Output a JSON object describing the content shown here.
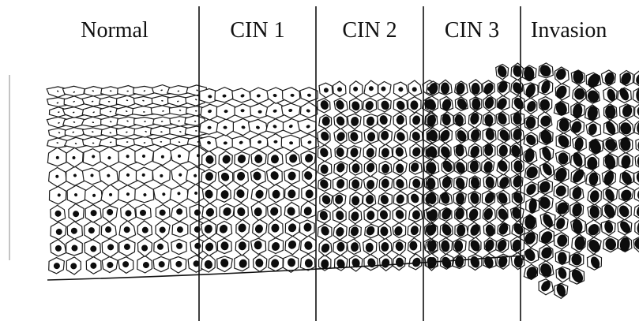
{
  "stages": [
    {
      "id": "normal",
      "label": "Normal"
    },
    {
      "id": "cin1",
      "label": "CIN 1"
    },
    {
      "id": "cin2",
      "label": "CIN 2"
    },
    {
      "id": "cin3",
      "label": "CIN 3"
    },
    {
      "id": "invasion",
      "label": "Invasion"
    }
  ]
}
